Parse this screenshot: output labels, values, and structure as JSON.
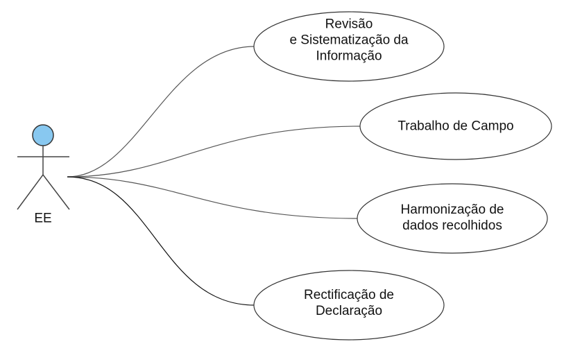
{
  "actor": {
    "label": "EE",
    "head_color": "#88c8f0"
  },
  "use_cases": [
    {
      "lines": [
        "Revisão",
        "e Sistematização da",
        "Informação"
      ]
    },
    {
      "lines": [
        "Trabalho de Campo"
      ]
    },
    {
      "lines": [
        "Harmonização de",
        "dados recolhidos"
      ]
    },
    {
      "lines": [
        "Rectificação de",
        "Declaração"
      ]
    }
  ]
}
